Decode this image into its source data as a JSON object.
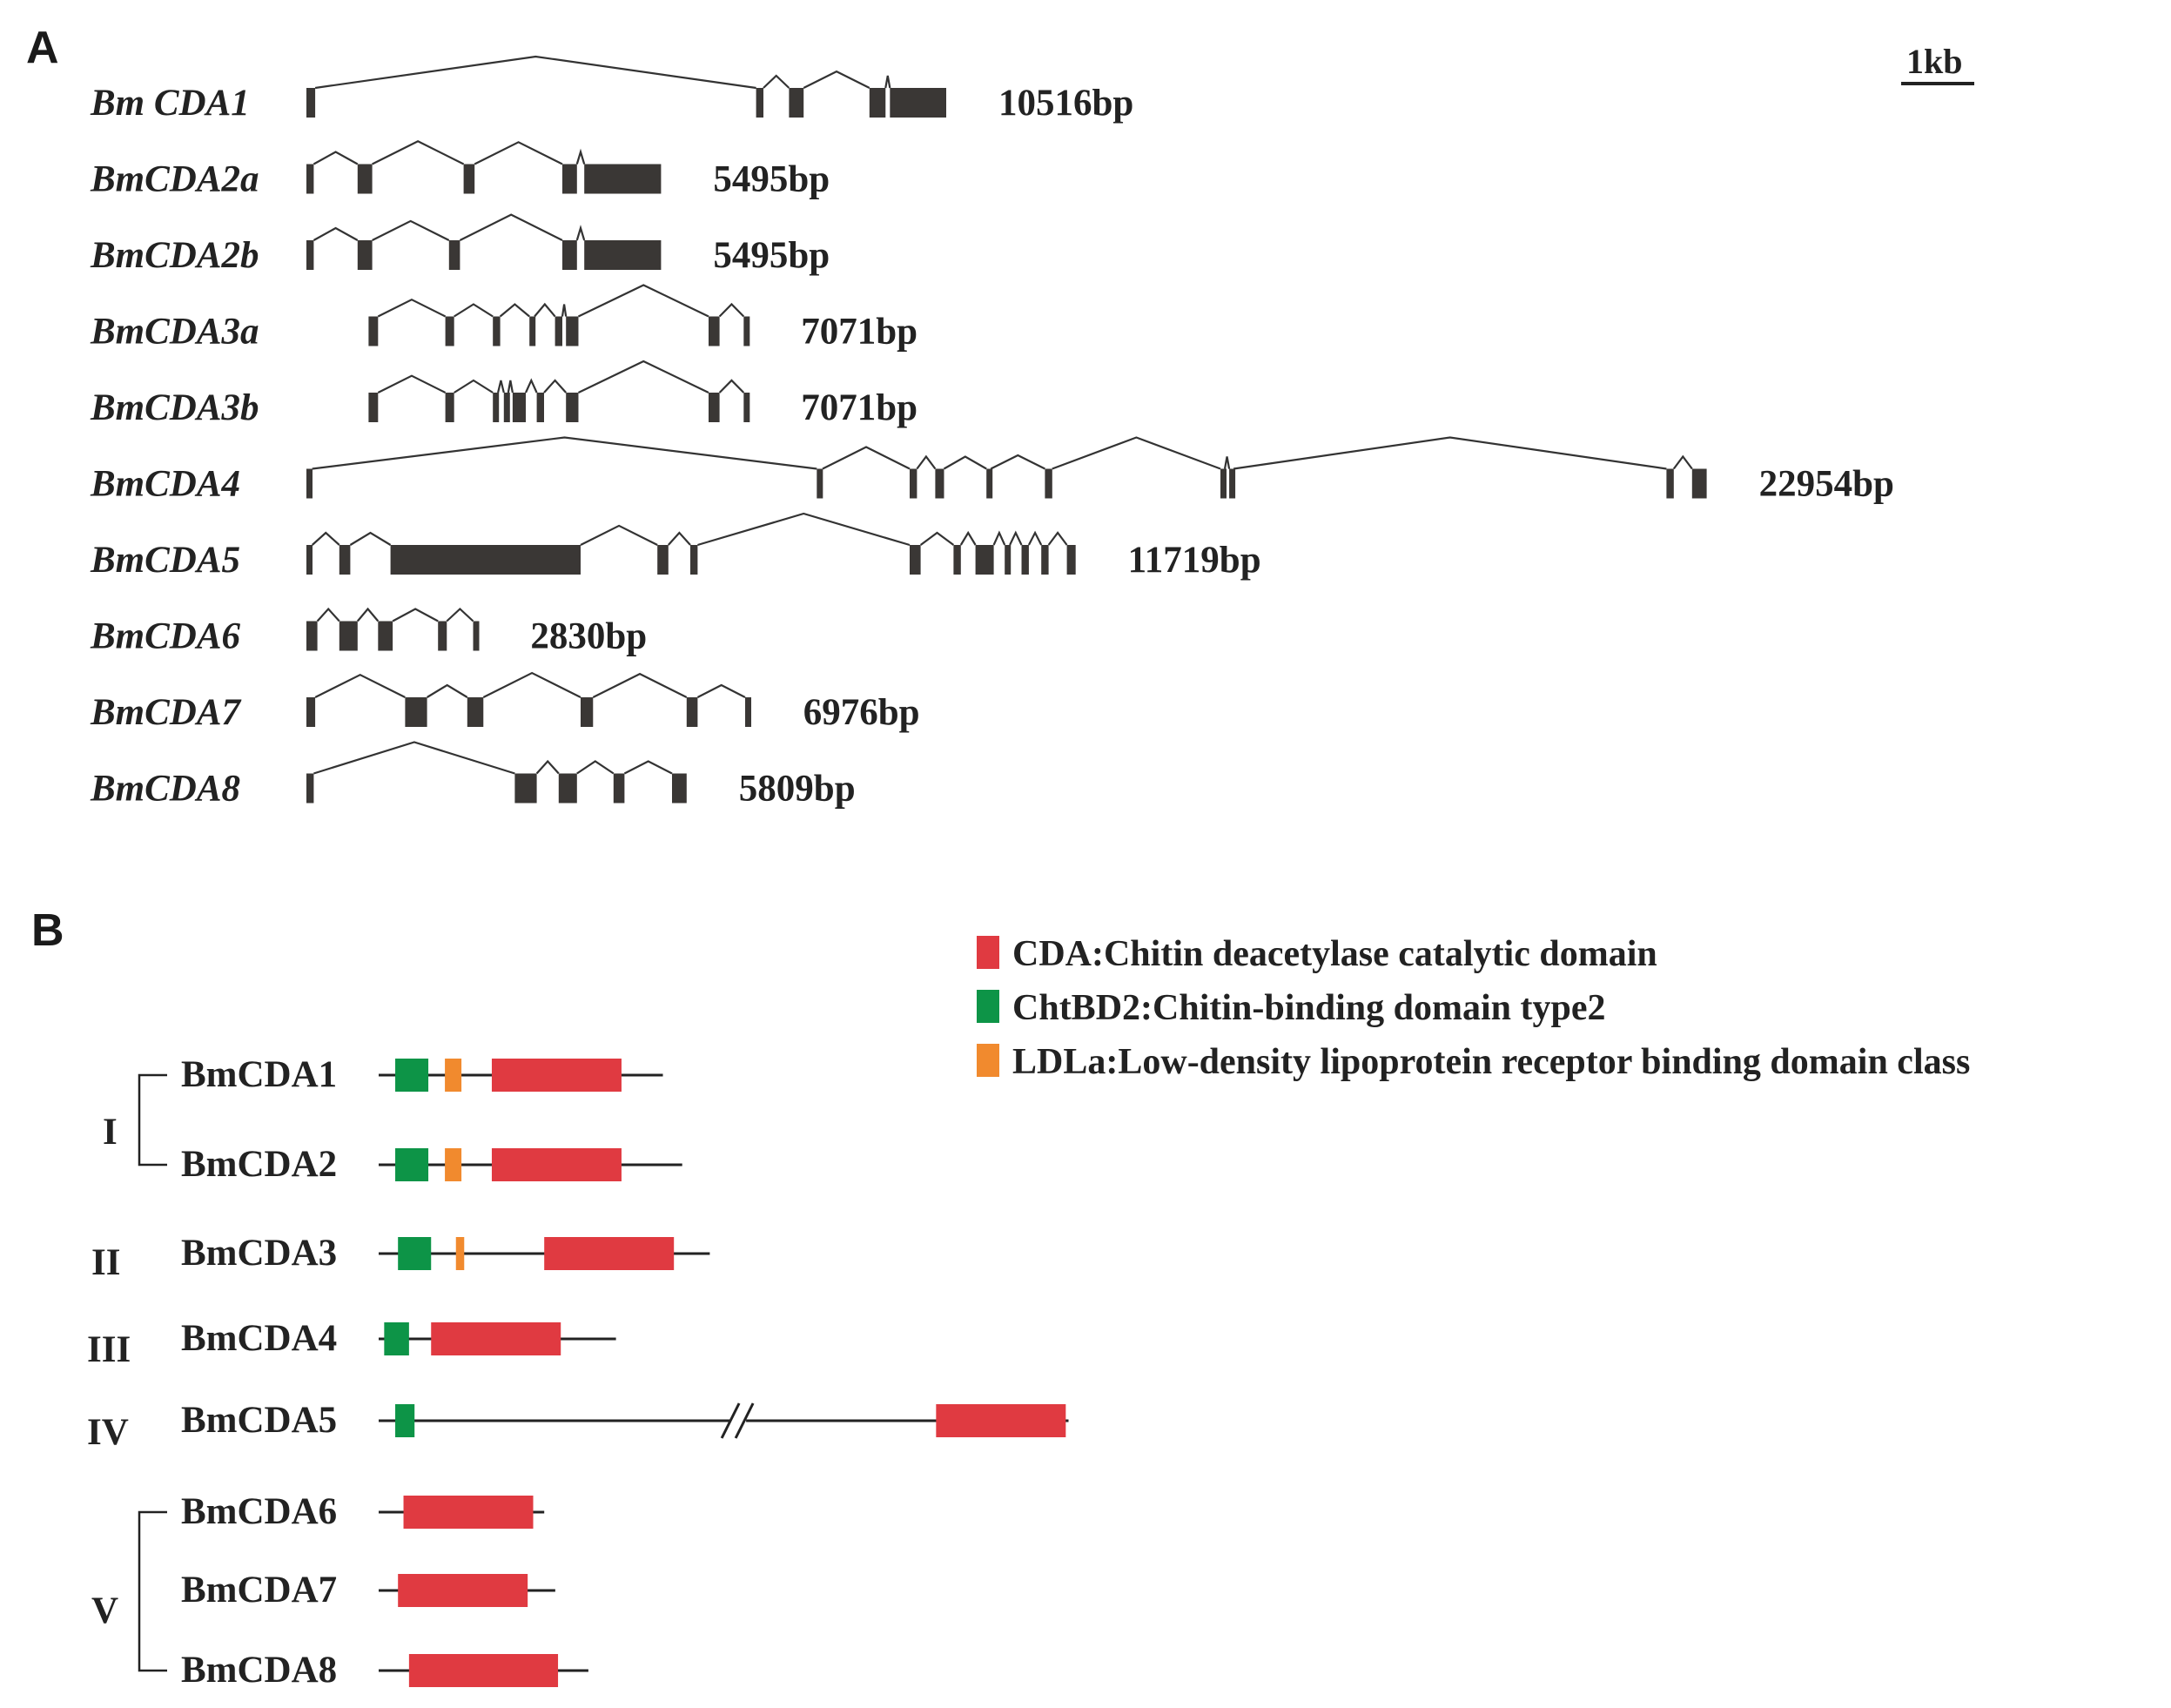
{
  "panel_a": {
    "letter": "A",
    "scale_bar_label": "1kb",
    "exon_color": "#3a3735",
    "genes": [
      {
        "name": "Bm CDA1",
        "length_label": "10516bp",
        "exons": [
          [
            0.0,
            0.12
          ],
          [
            6.15,
            6.25
          ],
          [
            6.6,
            6.8
          ],
          [
            7.7,
            7.92
          ],
          [
            7.98,
            8.75
          ]
        ]
      },
      {
        "name": "BmCDA2a",
        "length_label": "5495bp",
        "exons": [
          [
            0.0,
            0.1
          ],
          [
            0.7,
            0.9
          ],
          [
            2.15,
            2.3
          ],
          [
            3.5,
            3.7
          ],
          [
            3.8,
            4.85
          ]
        ]
      },
      {
        "name": "BmCDA2b",
        "length_label": "5495bp",
        "exons": [
          [
            0.0,
            0.1
          ],
          [
            0.7,
            0.9
          ],
          [
            1.95,
            2.1
          ],
          [
            3.5,
            3.7
          ],
          [
            3.8,
            4.85
          ]
        ]
      },
      {
        "name": "BmCDA3a",
        "length_label": "7071bp",
        "exons": [
          [
            0.85,
            0.98
          ],
          [
            1.9,
            2.02
          ],
          [
            2.55,
            2.65
          ],
          [
            3.05,
            3.12
          ],
          [
            3.4,
            3.5
          ],
          [
            3.55,
            3.72
          ],
          [
            5.5,
            5.65
          ],
          [
            5.98,
            6.05
          ]
        ]
      },
      {
        "name": "BmCDA3b",
        "length_label": "7071bp",
        "exons": [
          [
            0.85,
            0.98
          ],
          [
            1.9,
            2.02
          ],
          [
            2.55,
            2.62
          ],
          [
            2.7,
            2.76
          ],
          [
            2.82,
            3.0
          ],
          [
            3.15,
            3.25
          ],
          [
            3.55,
            3.72
          ],
          [
            5.5,
            5.65
          ],
          [
            5.98,
            6.05
          ]
        ]
      },
      {
        "name": "BmCDA4",
        "length_label": "22954bp",
        "exons": [
          [
            0.0,
            0.08
          ],
          [
            6.98,
            7.06
          ],
          [
            8.25,
            8.35
          ],
          [
            8.6,
            8.72
          ],
          [
            9.3,
            9.36
          ],
          [
            10.1,
            10.2
          ],
          [
            12.5,
            12.56
          ],
          [
            12.62,
            12.68
          ],
          [
            18.6,
            18.7
          ],
          [
            18.95,
            19.15
          ]
        ]
      },
      {
        "name": "BmCDA5",
        "length_label": "11719bp",
        "exons": [
          [
            0.0,
            0.08
          ],
          [
            0.45,
            0.6
          ],
          [
            1.15,
            3.75
          ],
          [
            4.8,
            4.95
          ],
          [
            5.25,
            5.35
          ],
          [
            8.25,
            8.4
          ],
          [
            8.85,
            8.95
          ],
          [
            9.15,
            9.4
          ],
          [
            9.55,
            9.62
          ],
          [
            9.78,
            9.88
          ],
          [
            10.05,
            10.15
          ],
          [
            10.4,
            10.52
          ]
        ]
      },
      {
        "name": "BmCDA6",
        "length_label": "2830bp",
        "exons": [
          [
            0.0,
            0.15
          ],
          [
            0.45,
            0.7
          ],
          [
            0.98,
            1.18
          ],
          [
            1.8,
            1.92
          ],
          [
            2.28,
            2.35
          ]
        ]
      },
      {
        "name": "BmCDA7",
        "length_label": "6976bp",
        "exons": [
          [
            0.0,
            0.12
          ],
          [
            1.35,
            1.65
          ],
          [
            2.2,
            2.42
          ],
          [
            3.75,
            3.92
          ],
          [
            5.2,
            5.35
          ],
          [
            6.0,
            6.08
          ]
        ]
      },
      {
        "name": "BmCDA8",
        "length_label": "5809bp",
        "exons": [
          [
            0.0,
            0.1
          ],
          [
            2.85,
            3.15
          ],
          [
            3.45,
            3.7
          ],
          [
            4.2,
            4.35
          ],
          [
            5.0,
            5.2
          ]
        ]
      }
    ]
  },
  "panel_b": {
    "letter": "B",
    "legend": [
      {
        "label": "CDA:Chitin deacetylase catalytic domain",
        "color": "#e03a41"
      },
      {
        "label": "ChtBD2:Chitin-binding domain type2",
        "color": "#0d9447"
      },
      {
        "label": "LDLa:Low-density lipoprotein receptor binding domain class",
        "color": "#f18a2e"
      }
    ],
    "groups": [
      "I",
      "II",
      "III",
      "IV",
      "V"
    ],
    "proteins": [
      {
        "name": "BmCDA1",
        "group": "I",
        "length": 515,
        "domains": [
          {
            "type": "ChtBD2",
            "start": 30,
            "end": 90
          },
          {
            "type": "LDLa",
            "start": 120,
            "end": 150
          },
          {
            "type": "CDA",
            "start": 205,
            "end": 440
          }
        ]
      },
      {
        "name": "BmCDA2",
        "group": "I",
        "length": 550,
        "domains": [
          {
            "type": "ChtBD2",
            "start": 30,
            "end": 90
          },
          {
            "type": "LDLa",
            "start": 120,
            "end": 150
          },
          {
            "type": "CDA",
            "start": 205,
            "end": 440
          }
        ]
      },
      {
        "name": "BmCDA3",
        "group": "II",
        "length": 600,
        "domains": [
          {
            "type": "ChtBD2",
            "start": 35,
            "end": 95
          },
          {
            "type": "LDLa",
            "start": 140,
            "end": 155
          },
          {
            "type": "CDA",
            "start": 300,
            "end": 535
          }
        ]
      },
      {
        "name": "BmCDA4",
        "group": "III",
        "length": 430,
        "domains": [
          {
            "type": "ChtBD2",
            "start": 10,
            "end": 55
          },
          {
            "type": "CDA",
            "start": 95,
            "end": 330
          }
        ]
      },
      {
        "name": "BmCDA5",
        "group": "IV",
        "length": 1250,
        "broken": true,
        "domains": [
          {
            "type": "ChtBD2",
            "start": 30,
            "end": 65
          },
          {
            "type": "CDA",
            "start": 1010,
            "end": 1245
          }
        ]
      },
      {
        "name": "BmCDA6",
        "group": "V",
        "length": 300,
        "domains": [
          {
            "type": "CDA",
            "start": 45,
            "end": 280
          }
        ]
      },
      {
        "name": "BmCDA7",
        "group": "V",
        "length": 320,
        "domains": [
          {
            "type": "CDA",
            "start": 35,
            "end": 270
          }
        ]
      },
      {
        "name": "BmCDA8",
        "group": "V",
        "length": 380,
        "domains": [
          {
            "type": "CDA",
            "start": 55,
            "end": 325
          }
        ]
      }
    ]
  }
}
